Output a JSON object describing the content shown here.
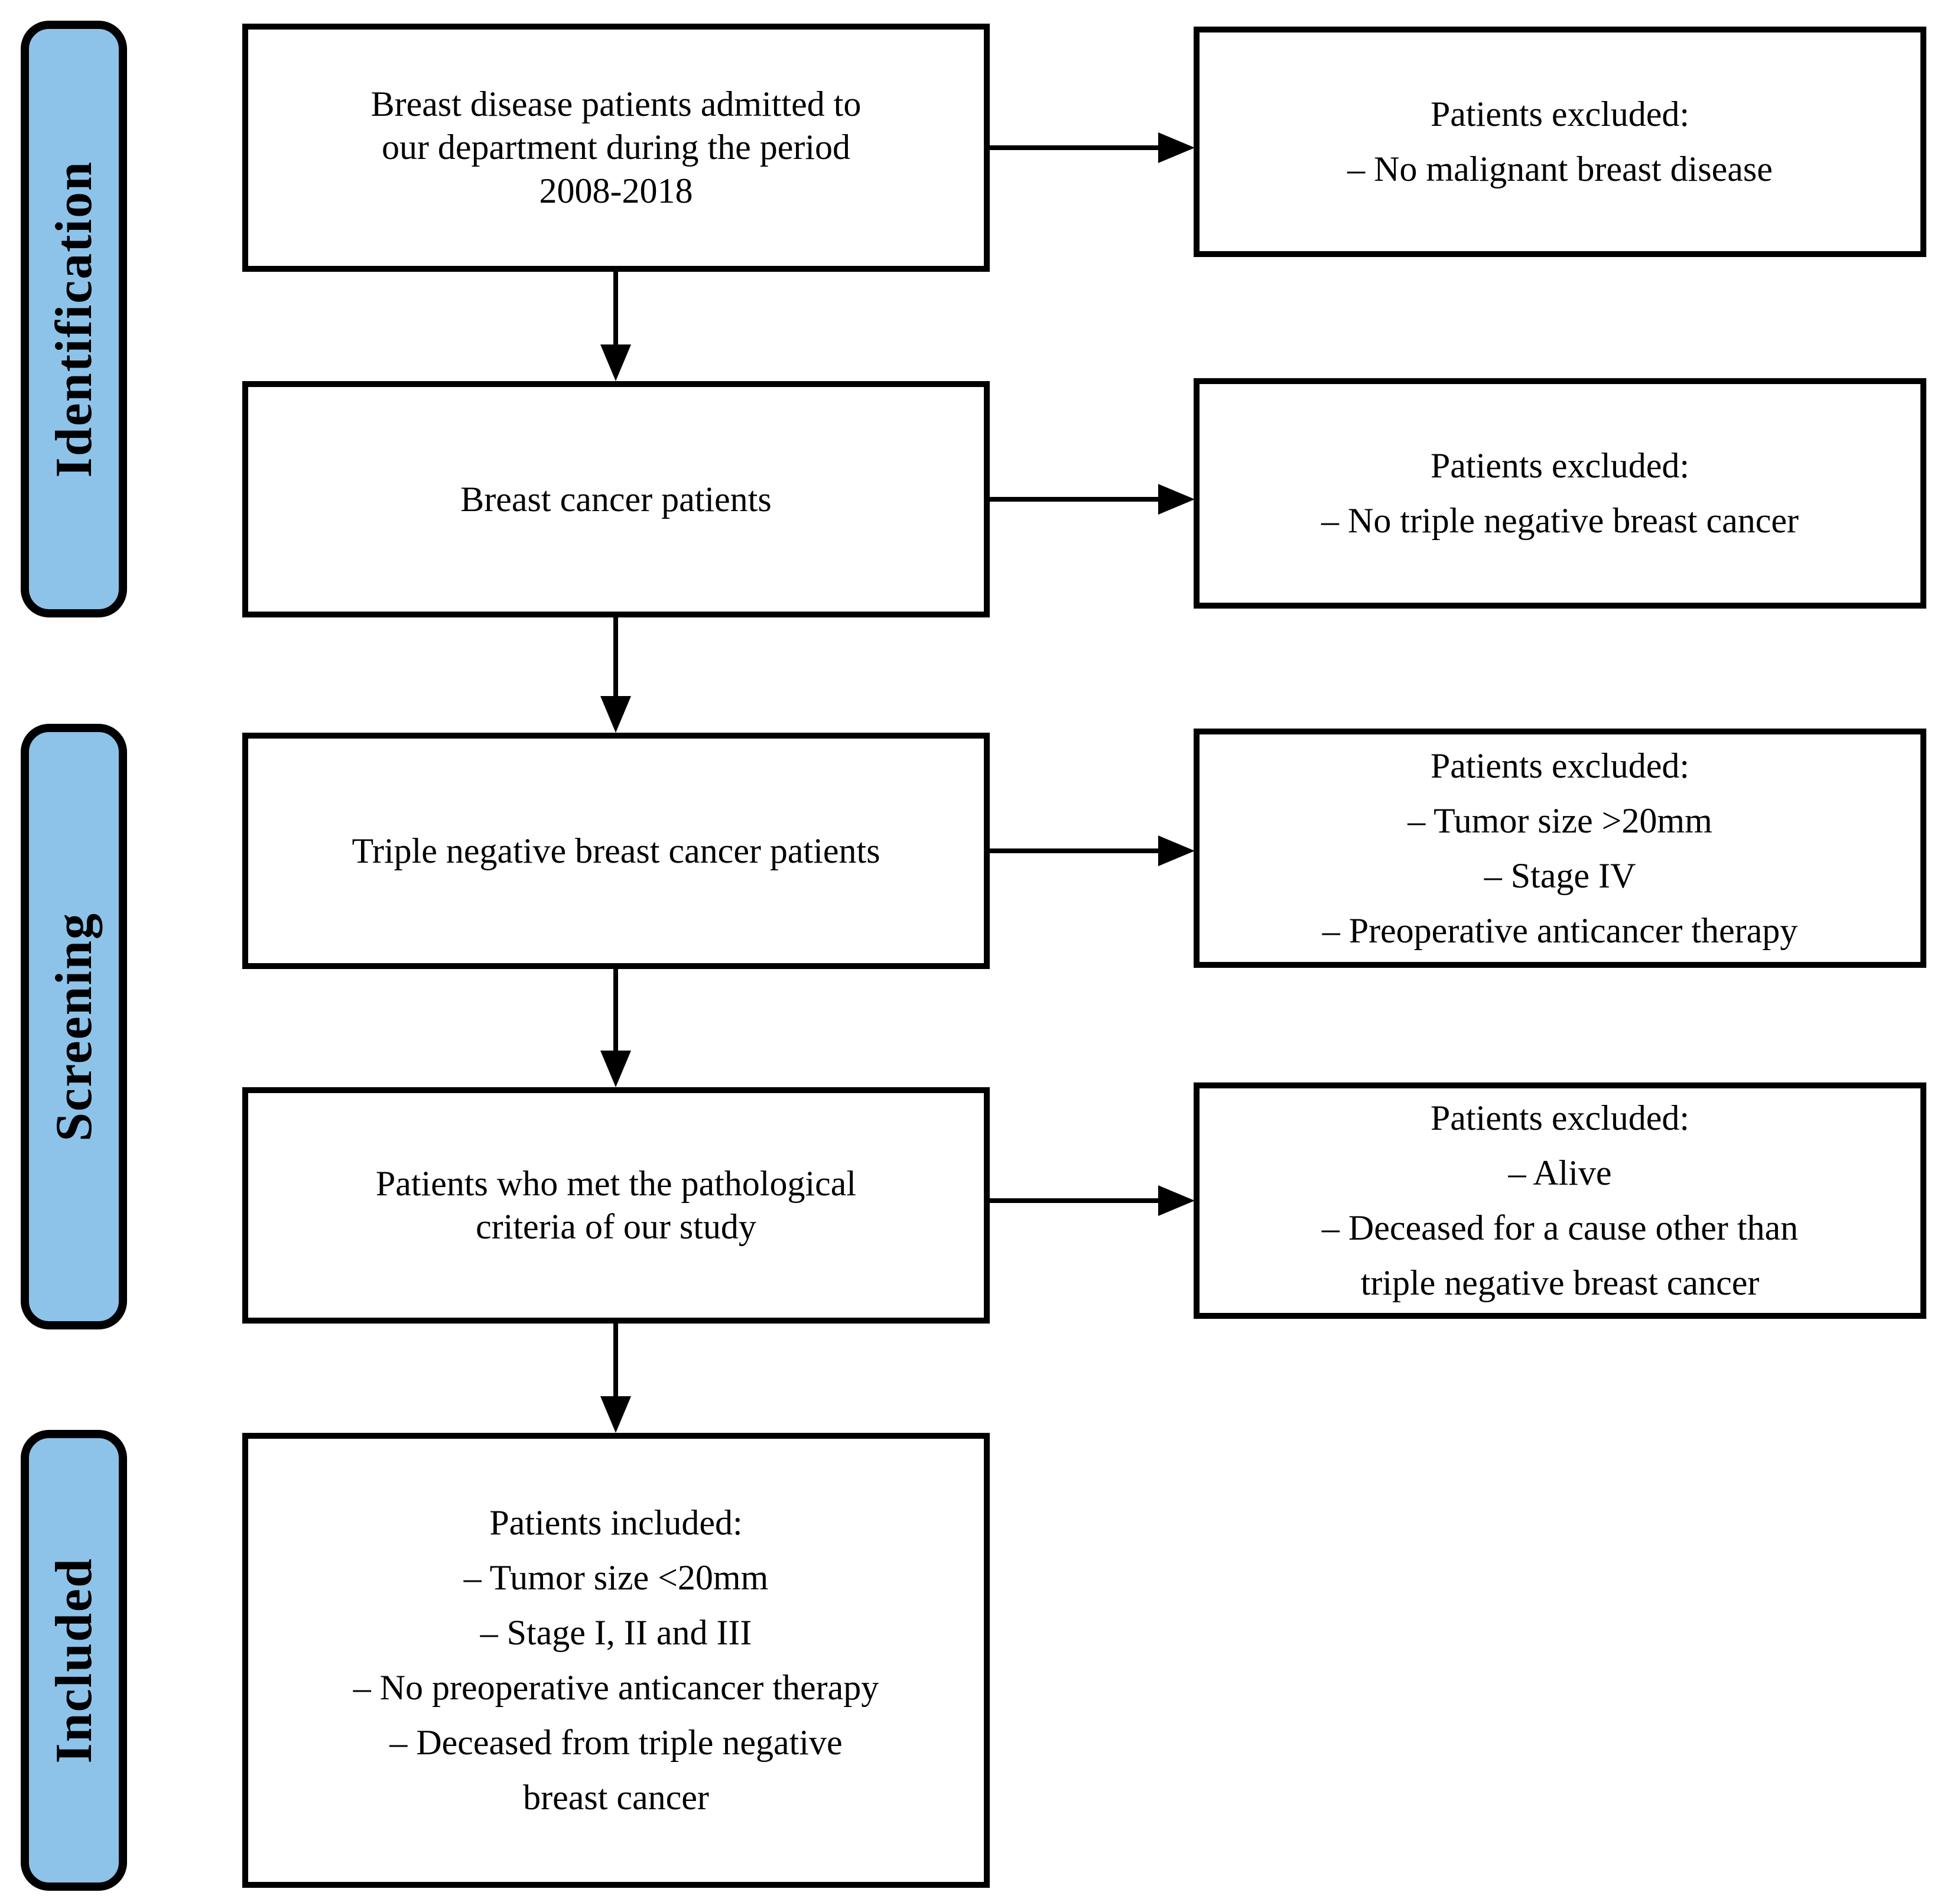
{
  "colors": {
    "stage_fill": "#8DC3E9",
    "line": "#000000",
    "box_bg": "#FFFFFF"
  },
  "stages": {
    "identification": "Identification",
    "screening": "Screening",
    "included": "Included"
  },
  "flow": {
    "box1": "Breast disease patients admitted to\nour department during the period\n2008-2018",
    "box2": "Breast cancer patients",
    "box3": "Triple negative breast cancer patients",
    "box4": "Patients who met the pathological\ncriteria of our study",
    "box5": "Patients included:\n– Tumor size <20mm\n– Stage I, II and III\n– No preoperative anticancer therapy\n– Deceased from triple negative\nbreast cancer",
    "excluded1": "Patients excluded:\n– No malignant breast disease",
    "excluded2": "Patients excluded:\n– No triple negative breast cancer",
    "excluded3": "Patients excluded:\n– Tumor size >20mm\n– Stage IV\n– Preoperative anticancer therapy",
    "excluded4": "Patients excluded:\n– Alive\n– Deceased for a cause other than\ntriple negative breast cancer"
  }
}
